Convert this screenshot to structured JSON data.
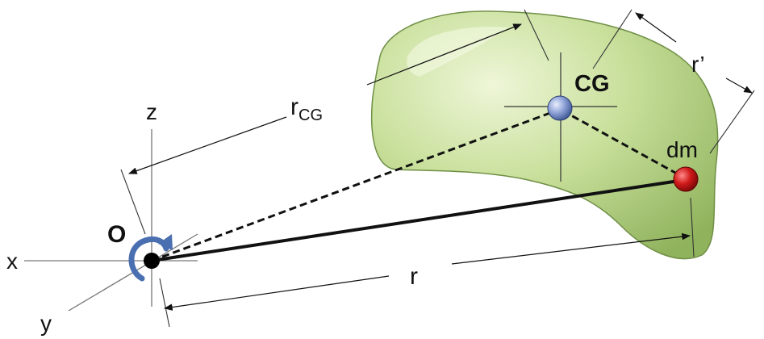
{
  "labels": {
    "origin": "O",
    "center_of_gravity": "CG",
    "mass_element": "dm",
    "r_cg_main": "r",
    "r_cg_sub": "CG",
    "r_prime": "r’",
    "r": "r",
    "axis_x": "x",
    "axis_y": "y",
    "axis_z": "z"
  },
  "colors": {
    "body_fill": "#b4cf86",
    "body_fill_light": "#e2efc6",
    "body_stroke": "#6f8f45",
    "cg_point": "#8fa3d8",
    "dm_point": "#d11a1a",
    "origin_point": "#000000",
    "rotation_arrow": "#4a6fb0"
  }
}
